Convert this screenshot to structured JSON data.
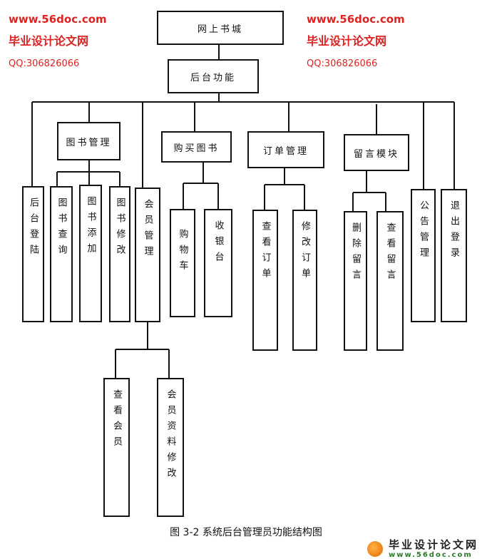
{
  "root": "网上书城",
  "backend": "后台功能",
  "modules": {
    "login": "后台登陆",
    "book_mgmt": {
      "label": "图书管理",
      "children": [
        "图书查询",
        "图书添加",
        "图书修改"
      ]
    },
    "member_mgmt": {
      "label": "会员管理",
      "children": [
        "查看会员",
        "会员资料修改"
      ]
    },
    "buy_books": {
      "label": "购买图书",
      "children": [
        "购物车",
        "收银台"
      ]
    },
    "order_mgmt": {
      "label": "订单管理",
      "children": [
        "查看订单",
        "修改订单"
      ]
    },
    "message": {
      "label": "留言模块",
      "children": [
        "删除留言",
        "查看留言"
      ]
    },
    "notice": "公告管理",
    "logout": "退出登录"
  },
  "caption": "图 3-2   系统后台管理员功能结构图",
  "watermark": {
    "site": "www.56doc.com",
    "name": "毕业设计论文网",
    "qq": "QQ:306826066"
  },
  "logo": {
    "name": "毕业设计论文网",
    "url": "www.56doc.com"
  }
}
